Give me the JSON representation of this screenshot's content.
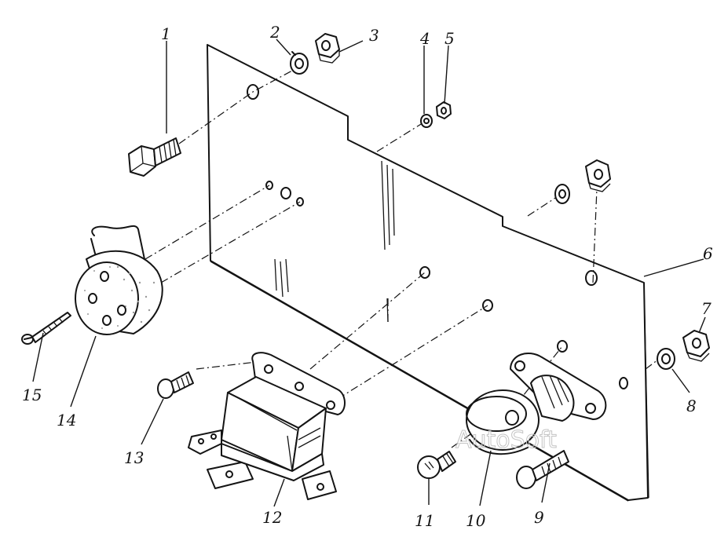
{
  "callouts": [
    "1",
    "2",
    "3",
    "4",
    "5",
    "6",
    "7",
    "8",
    "9",
    "10",
    "11",
    "12",
    "13",
    "14",
    "15"
  ],
  "watermark": "AutoSoft",
  "icons": [
    "bolt-icon",
    "washer-icon",
    "nut-icon",
    "mounting-panel",
    "relay-icon",
    "lamp-housing-icon",
    "bulb-icon",
    "screw-icon",
    "horn-icon"
  ]
}
